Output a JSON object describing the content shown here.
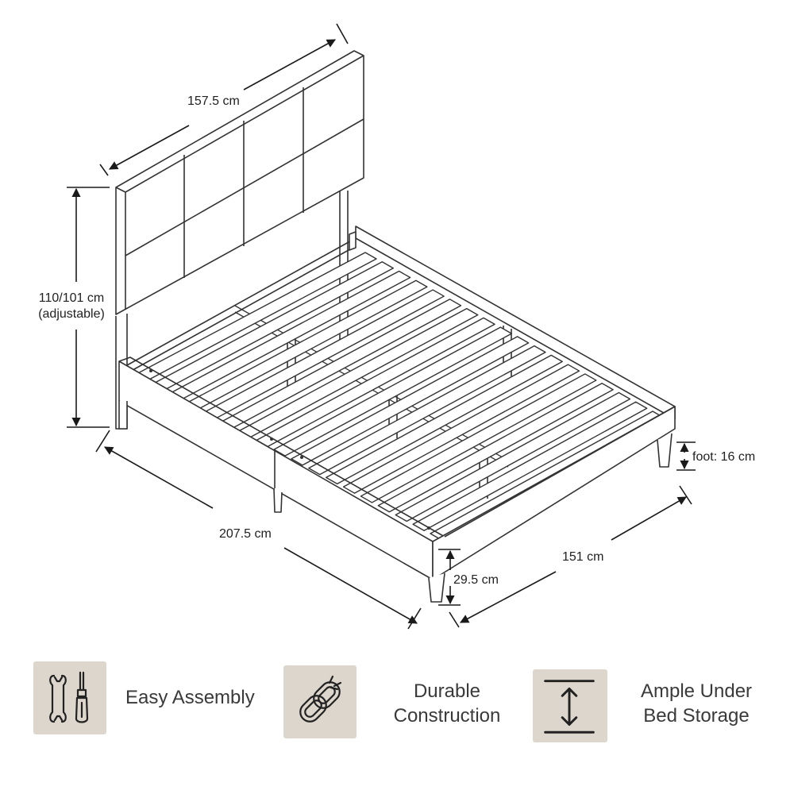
{
  "dimensions": {
    "headboard_width": "157.5 cm",
    "headboard_height_line1": "110/101 cm",
    "headboard_height_line2": "(adjustable)",
    "bed_length": "207.5 cm",
    "bed_width": "151 cm",
    "frame_height": "29.5 cm",
    "foot_height": "foot: 16 cm"
  },
  "features": [
    {
      "icon": "wrench-screwdriver-icon",
      "label_line1": "Easy Assembly",
      "label_line2": ""
    },
    {
      "icon": "chain-link-icon",
      "label_line1": "Durable",
      "label_line2": "Construction"
    },
    {
      "icon": "vertical-arrow-icon",
      "label_line1": "Ample Under",
      "label_line2": "Bed Storage"
    }
  ],
  "colors": {
    "icon_background": "#ddd6cc",
    "line": "#333333"
  }
}
